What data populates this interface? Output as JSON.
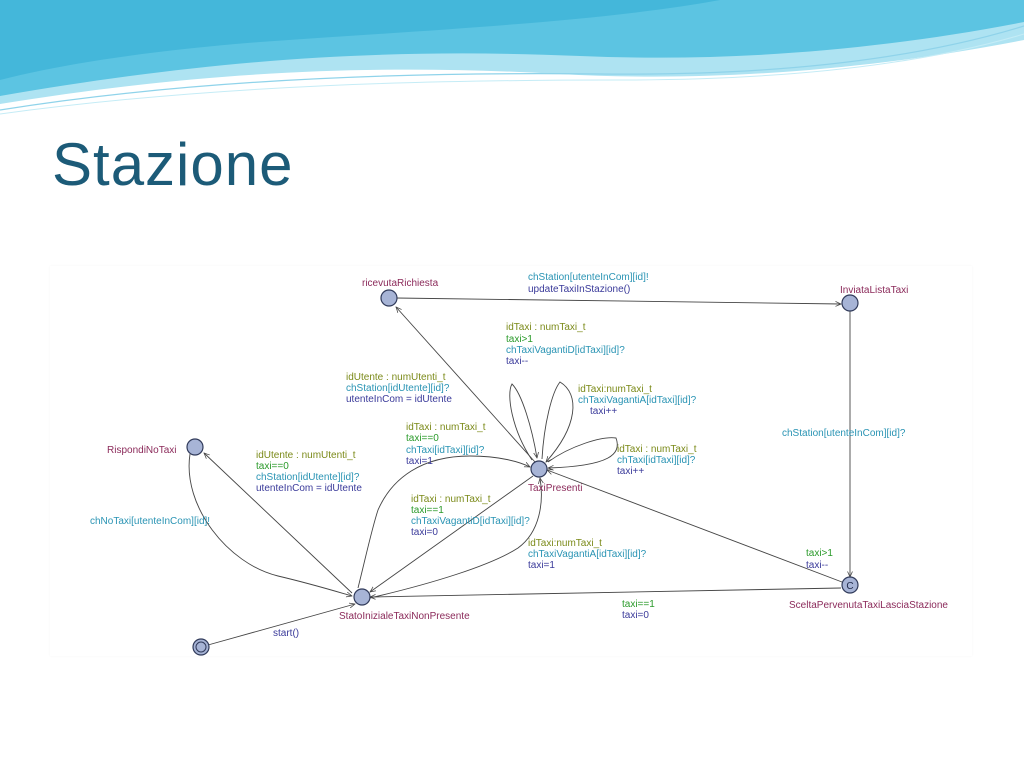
{
  "slide": {
    "title": "Stazione",
    "colors": {
      "title": "#1c5b78",
      "wave_dark": "#3fb5d8",
      "wave_light": "#aee3f2",
      "node_fill": "#a7b4d6",
      "state_name": "#8b2a5a"
    }
  },
  "diagram": {
    "states": [
      {
        "id": "ricevuta",
        "name": "ricevutaRichiesta"
      },
      {
        "id": "inviata",
        "name": "InviataListaTaxi"
      },
      {
        "id": "rispondi",
        "name": "RispondiNoTaxi"
      },
      {
        "id": "presenti",
        "name": "TaxiPresenti"
      },
      {
        "id": "iniziale",
        "name": "StatoInizialeTaxiNonPresente"
      },
      {
        "id": "scelta",
        "name": "SceltaPervenutaTaxiLasciaStazione",
        "committed": true
      },
      {
        "id": "start",
        "name": "",
        "initial": true
      }
    ],
    "labels": {
      "e1_sync": "chStation[utenteInCom][id]!",
      "e1_update": "updateTaxiInStazione()",
      "e2_select": "idTaxi : numTaxi_t",
      "e2_guard": "taxi>1",
      "e2_sync": "chTaxiVagantiD[idTaxi][id]?",
      "e2_update": "taxi--",
      "e3_select": "idUtente : numUtenti_t",
      "e3_sync": "chStation[idUtente][id]?",
      "e3_update": "utenteInCom = idUtente",
      "e4_select": "idTaxi:numTaxi_t",
      "e4_sync": "chTaxiVagantiA[idTaxi][id]?",
      "e4_update": "taxi++",
      "e5_select": "idTaxi : numTaxi_t",
      "e5_guard": "taxi==0",
      "e5_sync": "chTaxi[idTaxi][id]?",
      "e5_update": "taxi=1",
      "e6_select": "idTaxi : numTaxi_t",
      "e6_sync": "chTaxi[idTaxi][id]?",
      "e6_update": "taxi++",
      "e7_sync": "chStation[utenteInCom][id]?",
      "e8_select": "idUtente : numUtenti_t",
      "e8_guard": "taxi==0",
      "e8_sync": "chStation[idUtente][id]?",
      "e8_update": "utenteInCom = idUtente",
      "e9_select": "idTaxi : numTaxi_t",
      "e9_guard": "taxi==1",
      "e9_sync": "chTaxiVagantiD[idTaxi][id]?",
      "e9_update": "taxi=0",
      "e10_select": "idTaxi:numTaxi_t",
      "e10_sync": "chTaxiVagantiA[idTaxi][id]?",
      "e10_update": "taxi=1",
      "e11_sync": "chNoTaxi[utenteInCom][id]!",
      "e12_guard": "taxi>1",
      "e12_update": "taxi--",
      "e13_guard": "taxi==1",
      "e13_update": "taxi=0",
      "e14_sync": "start()"
    }
  }
}
